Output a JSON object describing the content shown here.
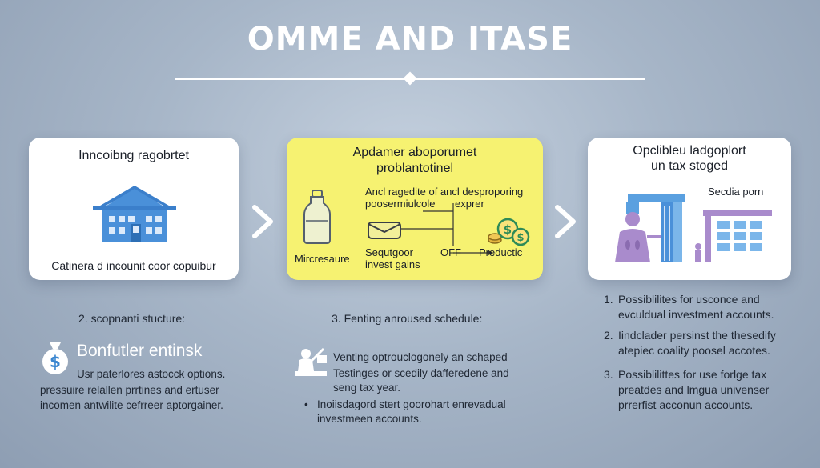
{
  "header": {
    "title": "OMME AND ITASE"
  },
  "card1": {
    "title": "Inncoibng ragobrtet",
    "caption": "Catinera d incounit coor copuibur",
    "icon": "house-icon"
  },
  "card2": {
    "title_line1": "Apdamer aboporumet",
    "title_line2": "problantotinel",
    "note_line1": "Ancl ragedite of ancl desproporing",
    "note_line2": "poosermiulcole",
    "note_right": "exprer",
    "left_label": "Mircresaure",
    "mid_label_line1": "Sequtgoor",
    "mid_label_line2": "invest gains",
    "off_label": "OFF",
    "right_label": "Preductic",
    "icons": [
      "bottle-icon",
      "envelope-icon",
      "coins-icon"
    ]
  },
  "card3": {
    "title_line1": "Opclibleu ladgoplort",
    "title_line2": "un tax stoged",
    "side_label": "Secdia porn",
    "icons": [
      "factory-worker-icon",
      "dashboard-icon"
    ]
  },
  "section1": {
    "heading": "2. scopnanti stucture:",
    "big_line": "Bonfutler entinsk",
    "line1": "Usr paterlores astocck options.",
    "line2": "pressuire relallen prrtines and ertuser",
    "line3": "incomen antwilite cefrreer aptorgainer.",
    "icon": "money-bag-icon"
  },
  "section2": {
    "heading": "3. Fenting anroused schedule:",
    "line1": "Venting optrouclogonely an schaped",
    "line2": "Testinges or scedily dafferedene and",
    "line3": "seng tax year.",
    "bullet_line1": "Inoiisdagord stert goorohart enrevadual",
    "bullet_line2": "investmeen accounts.",
    "icon": "presenter-icon"
  },
  "section3": {
    "items": [
      {
        "num": "1.",
        "line1": "Possiblilites for usconce and",
        "line2": "evculdual investment accounts."
      },
      {
        "num": "2.",
        "line1": "Iindclader persinst the thesedify",
        "line2": "atepiec coality poosel accotes."
      },
      {
        "num": "3.",
        "line1": "Possiblilittes for use forlge tax",
        "line2": "preatdes and lmgua univenser",
        "line3": "prrerfist acconun accounts."
      }
    ]
  },
  "colors": {
    "accent_yellow": "#f6f271",
    "house_blue": "#4a90d9",
    "worker_purple": "#a98bcc",
    "dashboard_blue": "#5aa0e0",
    "coins_green": "#2e8b57"
  }
}
